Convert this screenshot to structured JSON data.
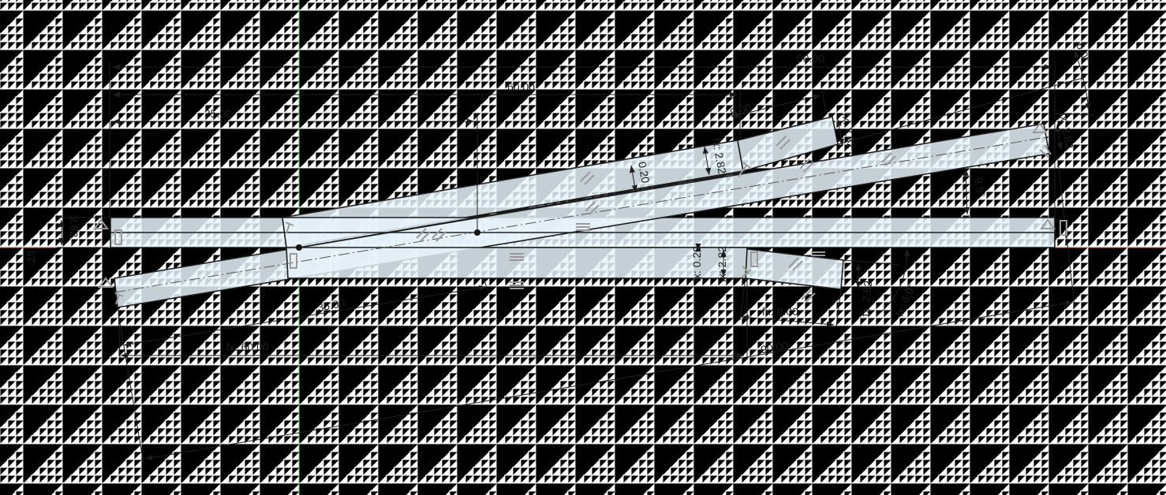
{
  "viewport": {
    "grid_label": "-25"
  },
  "colors": {
    "profile_fill": "#e8f3fb",
    "x_axis": "#e58080",
    "y_axis": "#7dd17d",
    "grid": "#d6d9dc"
  },
  "dimensions": {
    "total_90": "90.00",
    "mid_60": "60.00",
    "short_35": "35.00",
    "top_9": "9.00",
    "top_fx_282": "fx: 2.82",
    "right_fx_282": "fx: 2.82",
    "top_angle_6": "6.0°",
    "upper_fx_28": "fx: 2.82",
    "offset_020": "0.20",
    "angle_95": "9.5°",
    "left_282": "2.82",
    "lower_fx_020": "fx: 0.20",
    "lower_fx_282": "fx: 2.82",
    "lower_fx_282b": "fx: 2.82",
    "lower_fx_angle_6": "fx: 6.0°",
    "lower_fx_9": "fx: 9.00",
    "bottom_35": "35.00",
    "bottom_fx_60": "fx: 60.00",
    "bottom_90": "90.00"
  },
  "icons": [
    "fix-triangle-icon",
    "parallel-icon",
    "perpendicular-icon",
    "coincident-icon",
    "horizontal-icon",
    "midpoint-icon"
  ]
}
